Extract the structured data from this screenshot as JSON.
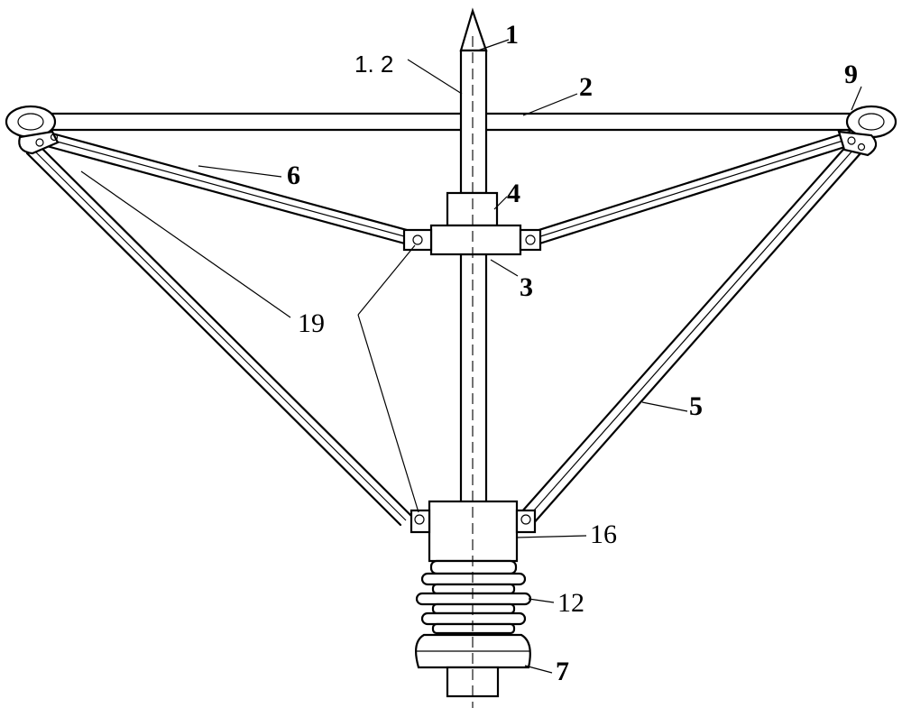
{
  "labels": {
    "l1": "1",
    "l1_2": "1. 2",
    "l2": "2",
    "l9": "9",
    "l6": "6",
    "l4": "4",
    "l3": "3",
    "l19": "19",
    "l5": "5",
    "l16": "16",
    "l12": "12",
    "l7": "7"
  }
}
